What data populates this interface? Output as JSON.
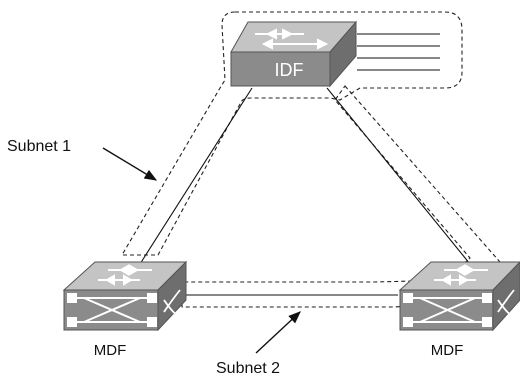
{
  "diagram": {
    "nodes": {
      "idf": {
        "label": "IDF"
      },
      "mdf_left": {
        "label": "MDF"
      },
      "mdf_right": {
        "label": "MDF"
      }
    },
    "annotations": {
      "subnet1": "Subnet 1",
      "subnet2": "Subnet 2"
    }
  }
}
